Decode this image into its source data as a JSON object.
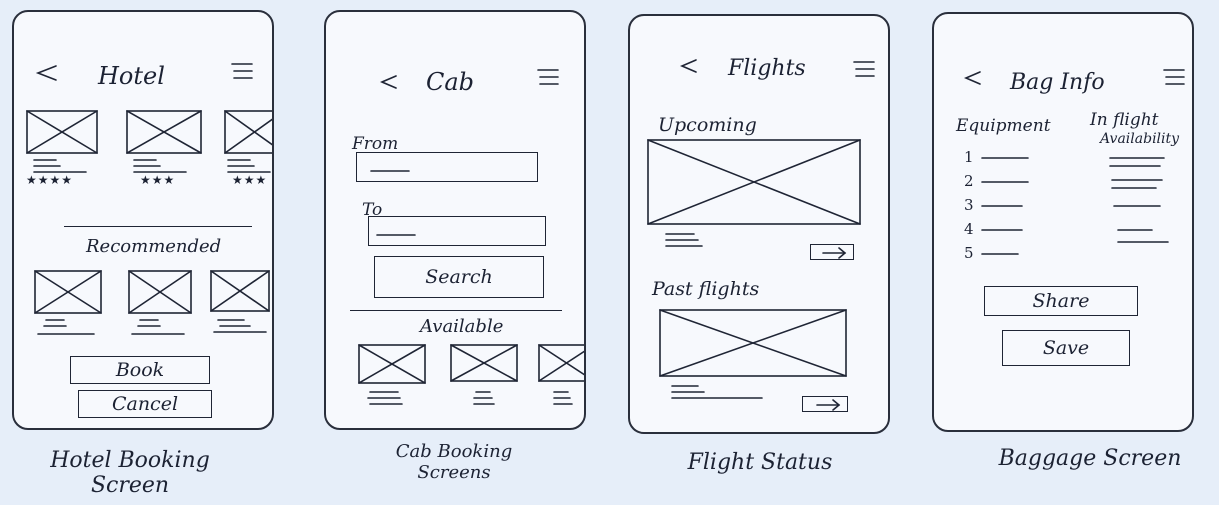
{
  "screens": [
    {
      "title": "Hotel",
      "section": "Recommended",
      "buttons": [
        "Book",
        "Cancel"
      ],
      "caption_line1": "Hotel Booking",
      "caption_line2": "Screen"
    },
    {
      "title": "Cab",
      "from_label": "From",
      "to_label": "To",
      "search_label": "Search",
      "section": "Available",
      "caption_line1": "Cab Booking",
      "caption_line2": "Screens"
    },
    {
      "title": "Flights",
      "upcoming_label": "Upcoming",
      "past_label": "Past flights",
      "caption": "Flight Status"
    },
    {
      "title": "Bag Info",
      "col1": "Equipment",
      "col2_line1": "In flight",
      "col2_line2": "Availability",
      "rows": [
        "1",
        "2",
        "3",
        "4",
        "5"
      ],
      "share_label": "Share",
      "save_label": "Save",
      "caption": "Baggage Screen"
    }
  ]
}
